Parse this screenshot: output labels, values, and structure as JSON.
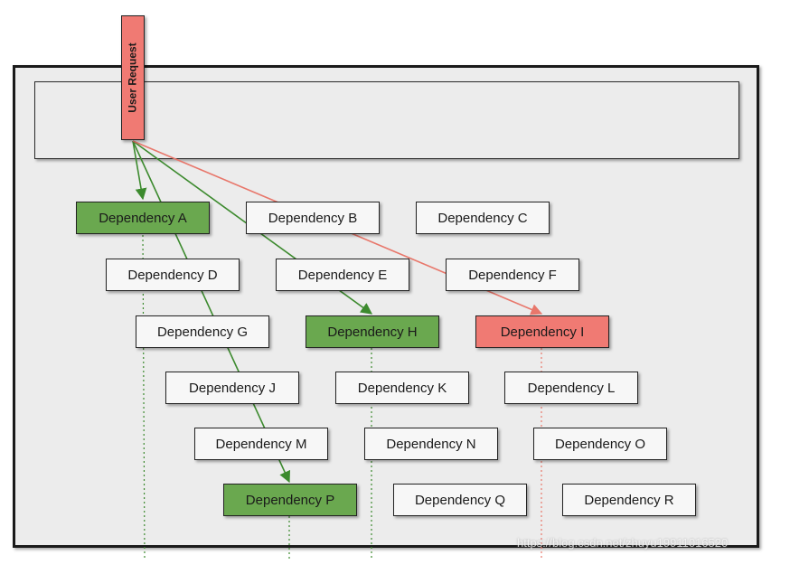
{
  "user_request": {
    "label": "User Request"
  },
  "dependencies": [
    {
      "label": "Dependency A",
      "status": "ok"
    },
    {
      "label": "Dependency B",
      "status": "normal"
    },
    {
      "label": "Dependency C",
      "status": "normal"
    },
    {
      "label": "Dependency D",
      "status": "normal"
    },
    {
      "label": "Dependency E",
      "status": "normal"
    },
    {
      "label": "Dependency F",
      "status": "normal"
    },
    {
      "label": "Dependency G",
      "status": "normal"
    },
    {
      "label": "Dependency H",
      "status": "ok"
    },
    {
      "label": "Dependency I",
      "status": "fail"
    },
    {
      "label": "Dependency J",
      "status": "normal"
    },
    {
      "label": "Dependency K",
      "status": "normal"
    },
    {
      "label": "Dependency L",
      "status": "normal"
    },
    {
      "label": "Dependency M",
      "status": "normal"
    },
    {
      "label": "Dependency N",
      "status": "normal"
    },
    {
      "label": "Dependency O",
      "status": "normal"
    },
    {
      "label": "Dependency P",
      "status": "ok"
    },
    {
      "label": "Dependency Q",
      "status": "normal"
    },
    {
      "label": "Dependency R",
      "status": "normal"
    }
  ],
  "colors": {
    "ok": "#6aa84f",
    "fail": "#f07a73",
    "ok_arrow": "#3c8a2e",
    "fail_arrow": "#e8776b"
  },
  "watermark": "https://blog.csdn.net/zhuyu19911016520"
}
